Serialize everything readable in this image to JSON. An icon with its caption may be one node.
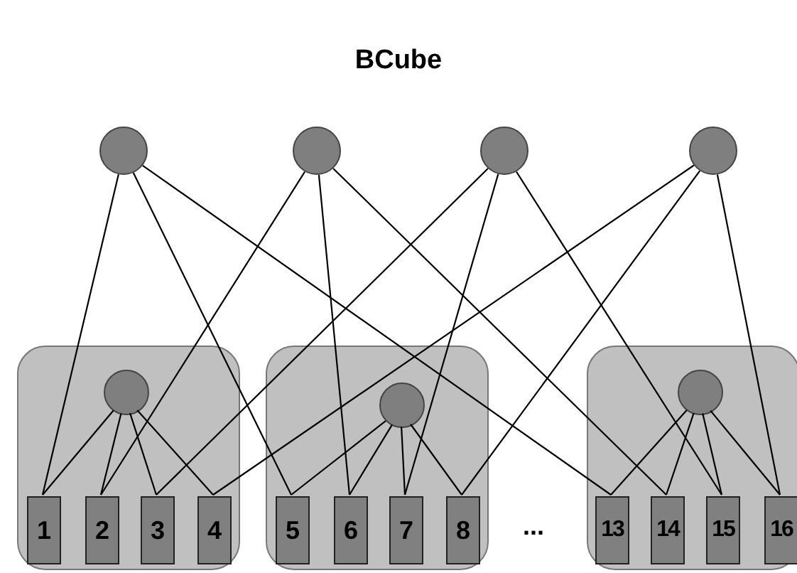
{
  "diagram": {
    "title": "BCube",
    "nodes": [
      {
        "text": [],
        "shape": "circle"
      },
      {
        "text": [],
        "shape": "circle"
      },
      {
        "text": [],
        "shape": "circle"
      },
      {
        "text": [],
        "shape": "circle"
      },
      {
        "text": [],
        "shape": "box"
      },
      {
        "text": [],
        "shape": "circle",
        "in": 4
      },
      {
        "text": [
          "1"
        ],
        "in": 4
      },
      {
        "text": [
          "2"
        ],
        "in": 4
      },
      {
        "text": [
          "3"
        ],
        "in": 4
      },
      {
        "text": [
          "4"
        ],
        "in": 4
      },
      {
        "text": [],
        "shape": "box"
      },
      {
        "text": [],
        "shape": "circle",
        "in": 10
      },
      {
        "text": [
          "5"
        ],
        "in": 10
      },
      {
        "text": [
          "6"
        ],
        "in": 10
      },
      {
        "text": [
          "7"
        ],
        "in": 10
      },
      {
        "text": [
          "8"
        ],
        "in": 10
      },
      {
        "text": [],
        "shape": "box"
      },
      {
        "text": [],
        "shape": "circle",
        "in": 16
      },
      {
        "text": [
          "13"
        ],
        "in": 16
      },
      {
        "text": [
          "14"
        ],
        "in": 16
      },
      {
        "text": [
          "15"
        ],
        "in": 16
      },
      {
        "text": [
          "16"
        ],
        "in": 16
      }
    ],
    "edges": [
      {
        "from": 0,
        "to": 6,
        "arrow": "none"
      },
      {
        "from": 0,
        "to": 12,
        "arrow": "none"
      },
      {
        "from": 0,
        "to": 18,
        "arrow": "none"
      },
      {
        "from": 1,
        "to": 7,
        "arrow": "none"
      },
      {
        "from": 1,
        "to": 13,
        "arrow": "none"
      },
      {
        "from": 1,
        "to": 19,
        "arrow": "none"
      },
      {
        "from": 2,
        "to": 8,
        "arrow": "none"
      },
      {
        "from": 2,
        "to": 14,
        "arrow": "none"
      },
      {
        "from": 2,
        "to": 20,
        "arrow": "none"
      },
      {
        "from": 3,
        "to": 9,
        "arrow": "none"
      },
      {
        "from": 3,
        "to": 15,
        "arrow": "none"
      },
      {
        "from": 3,
        "to": 21,
        "arrow": "none"
      },
      {
        "from": 5,
        "to": 6,
        "arrow": "none"
      },
      {
        "from": 5,
        "to": 7,
        "arrow": "none"
      },
      {
        "from": 5,
        "to": 8,
        "arrow": "none"
      },
      {
        "from": 5,
        "to": 9,
        "arrow": "none"
      },
      {
        "from": 11,
        "to": 12,
        "arrow": "none"
      },
      {
        "from": 11,
        "to": 13,
        "arrow": "none"
      },
      {
        "from": 11,
        "to": 14,
        "arrow": "none"
      },
      {
        "from": 11,
        "to": 15,
        "arrow": "none"
      },
      {
        "from": 17,
        "to": 18,
        "arrow": "none"
      },
      {
        "from": 17,
        "to": 19,
        "arrow": "none"
      },
      {
        "from": 17,
        "to": 20,
        "arrow": "none"
      },
      {
        "from": 17,
        "to": 21,
        "arrow": "none"
      }
    ],
    "labels": [
      "..."
    ]
  }
}
